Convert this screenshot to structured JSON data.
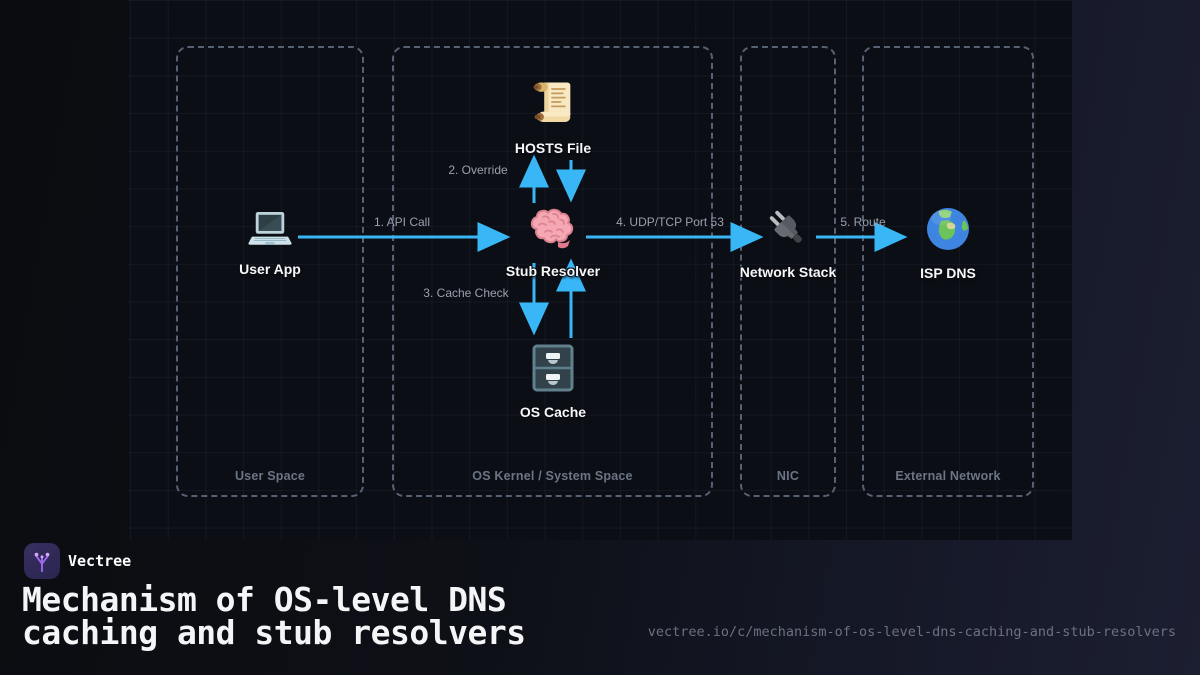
{
  "zones": [
    {
      "label": "User Space"
    },
    {
      "label": "OS Kernel / System Space"
    },
    {
      "label": "NIC"
    },
    {
      "label": "External Network"
    }
  ],
  "nodes": [
    {
      "id": "user-app",
      "label": "User App",
      "icon": "laptop-icon"
    },
    {
      "id": "hosts-file",
      "label": "HOSTS File",
      "icon": "scroll-icon"
    },
    {
      "id": "stub-resolver",
      "label": "Stub Resolver",
      "icon": "brain-icon"
    },
    {
      "id": "os-cache",
      "label": "OS Cache",
      "icon": "file-cabinet-icon"
    },
    {
      "id": "network-stack",
      "label": "Network Stack",
      "icon": "electric-plug-icon"
    },
    {
      "id": "isp-dns",
      "label": "ISP DNS",
      "icon": "globe-icon"
    }
  ],
  "edges": [
    {
      "label": "1. API Call",
      "from": "User App",
      "to": "Stub Resolver",
      "direction": "one-way"
    },
    {
      "label": "2. Override",
      "from": "Stub Resolver",
      "to": "HOSTS File",
      "direction": "two-way"
    },
    {
      "label": "3. Cache Check",
      "from": "Stub Resolver",
      "to": "OS Cache",
      "direction": "two-way"
    },
    {
      "label": "4. UDP/TCP Port 53",
      "from": "Stub Resolver",
      "to": "Network Stack",
      "direction": "one-way"
    },
    {
      "label": "5. Route",
      "from": "Network Stack",
      "to": "ISP DNS",
      "direction": "one-way"
    }
  ],
  "colors": {
    "arrow": "#38b6f5",
    "dashed_border": "#566173",
    "zone_label": "#6b7585",
    "edge_label": "#98a0ad",
    "node_label": "#f5f7fa",
    "brand_purple": "#a06bf0"
  },
  "footer": {
    "brand": "Vectree",
    "title_line1": "Mechanism of OS-level DNS",
    "title_line2": "caching and stub resolvers",
    "url": "vectree.io/c/mechanism-of-os-level-dns-caching-and-stub-resolvers"
  }
}
